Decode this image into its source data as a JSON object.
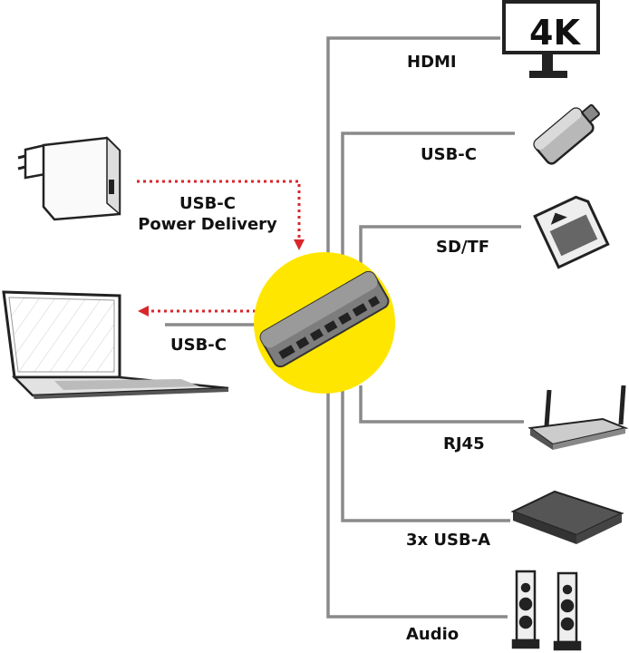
{
  "monitor": {
    "badge": "4K"
  },
  "labels": {
    "hdmi": "HDMI",
    "usbc_out": "USB-C",
    "sdtf": "SD/TF",
    "rj45": "RJ45",
    "usba": "3x USB-A",
    "audio": "Audio",
    "usbc_host": "USB-C",
    "pd_line1": "USB-C",
    "pd_line2": "Power Delivery"
  },
  "colors": {
    "line": "#8a8a8a",
    "arrow": "#d9262b",
    "hub_circle": "#ffe600",
    "hub_body": "#8c8c8c"
  }
}
